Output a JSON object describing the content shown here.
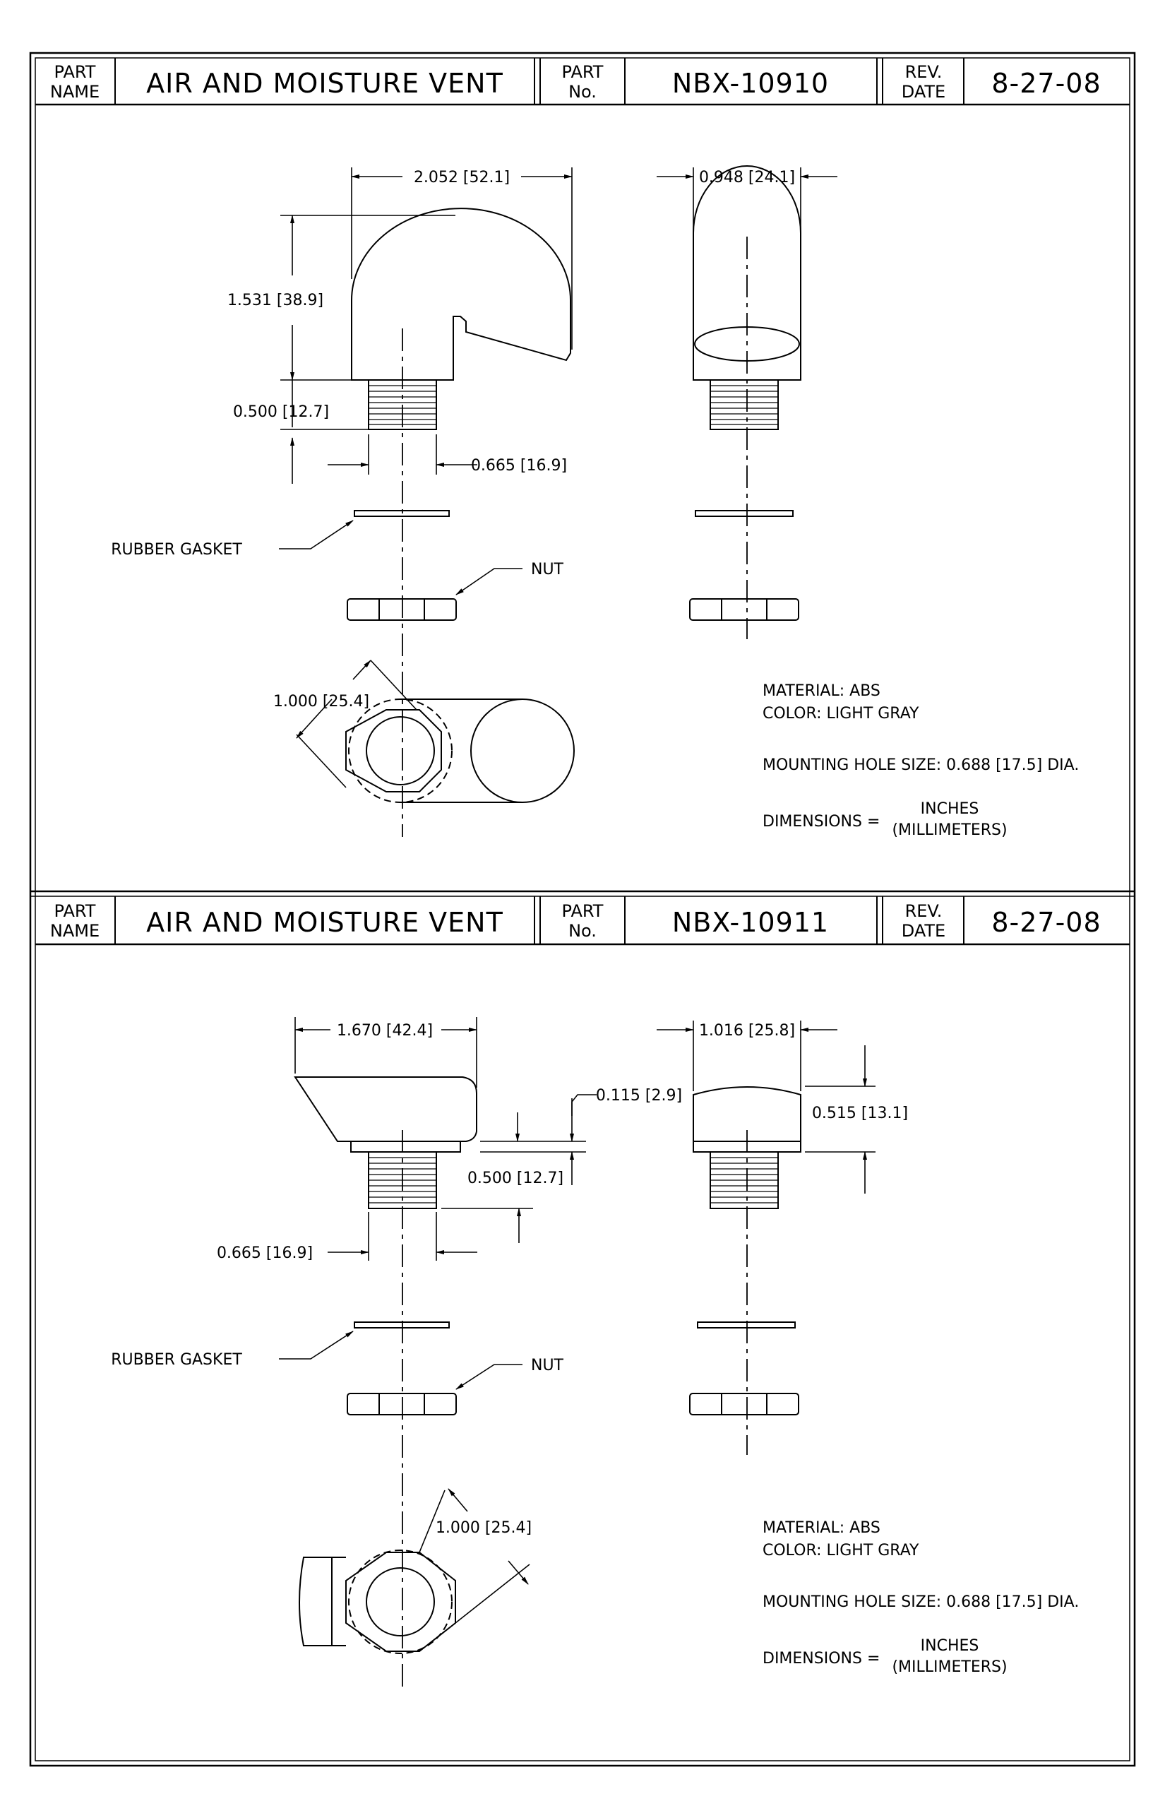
{
  "drawings": [
    {
      "title_block": {
        "part_name_label": [
          "PART",
          "NAME"
        ],
        "part_name": "AIR AND MOISTURE VENT",
        "part_no_label": [
          "PART",
          "No."
        ],
        "part_no": "NBX-10910",
        "rev_date_label": [
          "REV.",
          "DATE"
        ],
        "rev_date": "8-27-08"
      },
      "dimensions": {
        "width": "2.052 [52.1]",
        "depth": "0.948 [24.1]",
        "height": "1.531 [38.9]",
        "thread_length": "0.500 [12.7]",
        "thread_diameter": "0.665 [16.9]",
        "nut_across": "1.000 [25.4]"
      },
      "labels": {
        "gasket": "RUBBER GASKET",
        "nut": "NUT"
      },
      "notes": {
        "material": "MATERIAL: ABS",
        "color": "COLOR: LIGHT GRAY",
        "mounting": "MOUNTING HOLE SIZE:  0.688 [17.5] DIA.",
        "dims_prefix": "DIMENSIONS =",
        "dims_units_top": "INCHES",
        "dims_units_bottom": "(MILLIMETERS)"
      }
    },
    {
      "title_block": {
        "part_name_label": [
          "PART",
          "NAME"
        ],
        "part_name": "AIR AND MOISTURE VENT",
        "part_no_label": [
          "PART",
          "No."
        ],
        "part_no": "NBX-10911",
        "rev_date_label": [
          "REV.",
          "DATE"
        ],
        "rev_date": "8-27-08"
      },
      "dimensions": {
        "width": "1.670 [42.4]",
        "depth": "1.016 [25.8]",
        "flange": "0.115 [2.9]",
        "height": "0.515 [13.1]",
        "thread_length": "0.500 [12.7]",
        "thread_diameter": "0.665 [16.9]",
        "nut_across": "1.000 [25.4]"
      },
      "labels": {
        "gasket": "RUBBER GASKET",
        "nut": "NUT"
      },
      "notes": {
        "material": "MATERIAL: ABS",
        "color": "COLOR: LIGHT GRAY",
        "mounting": "MOUNTING HOLE SIZE:  0.688 [17.5] DIA.",
        "dims_prefix": "DIMENSIONS =",
        "dims_units_top": "INCHES",
        "dims_units_bottom": "(MILLIMETERS)"
      }
    }
  ]
}
